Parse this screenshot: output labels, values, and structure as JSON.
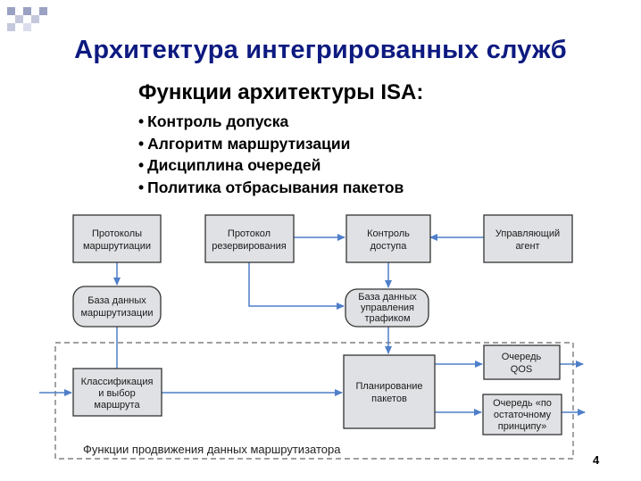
{
  "title": "Архитектура интегрированных служб",
  "subtitle": "Функции архитектуры ISA:",
  "bullets": [
    "Контроль допуска",
    "Алгоритм маршрутизации",
    "Дисциплина очередей",
    "Политика отбрасывания пакетов"
  ],
  "diagram": {
    "nodes": {
      "routing_protocols": [
        "Протоколы",
        "маршрутиации"
      ],
      "reservation_protocol": [
        "Протокол",
        "резервирования"
      ],
      "admission_control": [
        "Контроль",
        "доступа"
      ],
      "management_agent": [
        "Управляющий",
        "агент"
      ],
      "routing_db": [
        "База данных",
        "маршрутизации"
      ],
      "traffic_db": [
        "База данных",
        "управления",
        "трафиком"
      ],
      "classifier": [
        "Классификация",
        "и выбор",
        "маршрута"
      ],
      "scheduler": [
        "Планирование",
        "пакетов"
      ],
      "qos_queue": [
        "Очередь",
        "QOS"
      ],
      "best_effort_queue": [
        "Очередь «по",
        "остаточному",
        "принципу»"
      ]
    },
    "region_label": "Функции продвижения данных маршрутизатора"
  },
  "page_number": "4",
  "colors": {
    "title": "#0d1a80",
    "box_fill": "#dfe1e4",
    "box_stroke": "#333333",
    "arrow": "#4f7fc9",
    "checker": "#9aa1c2"
  }
}
